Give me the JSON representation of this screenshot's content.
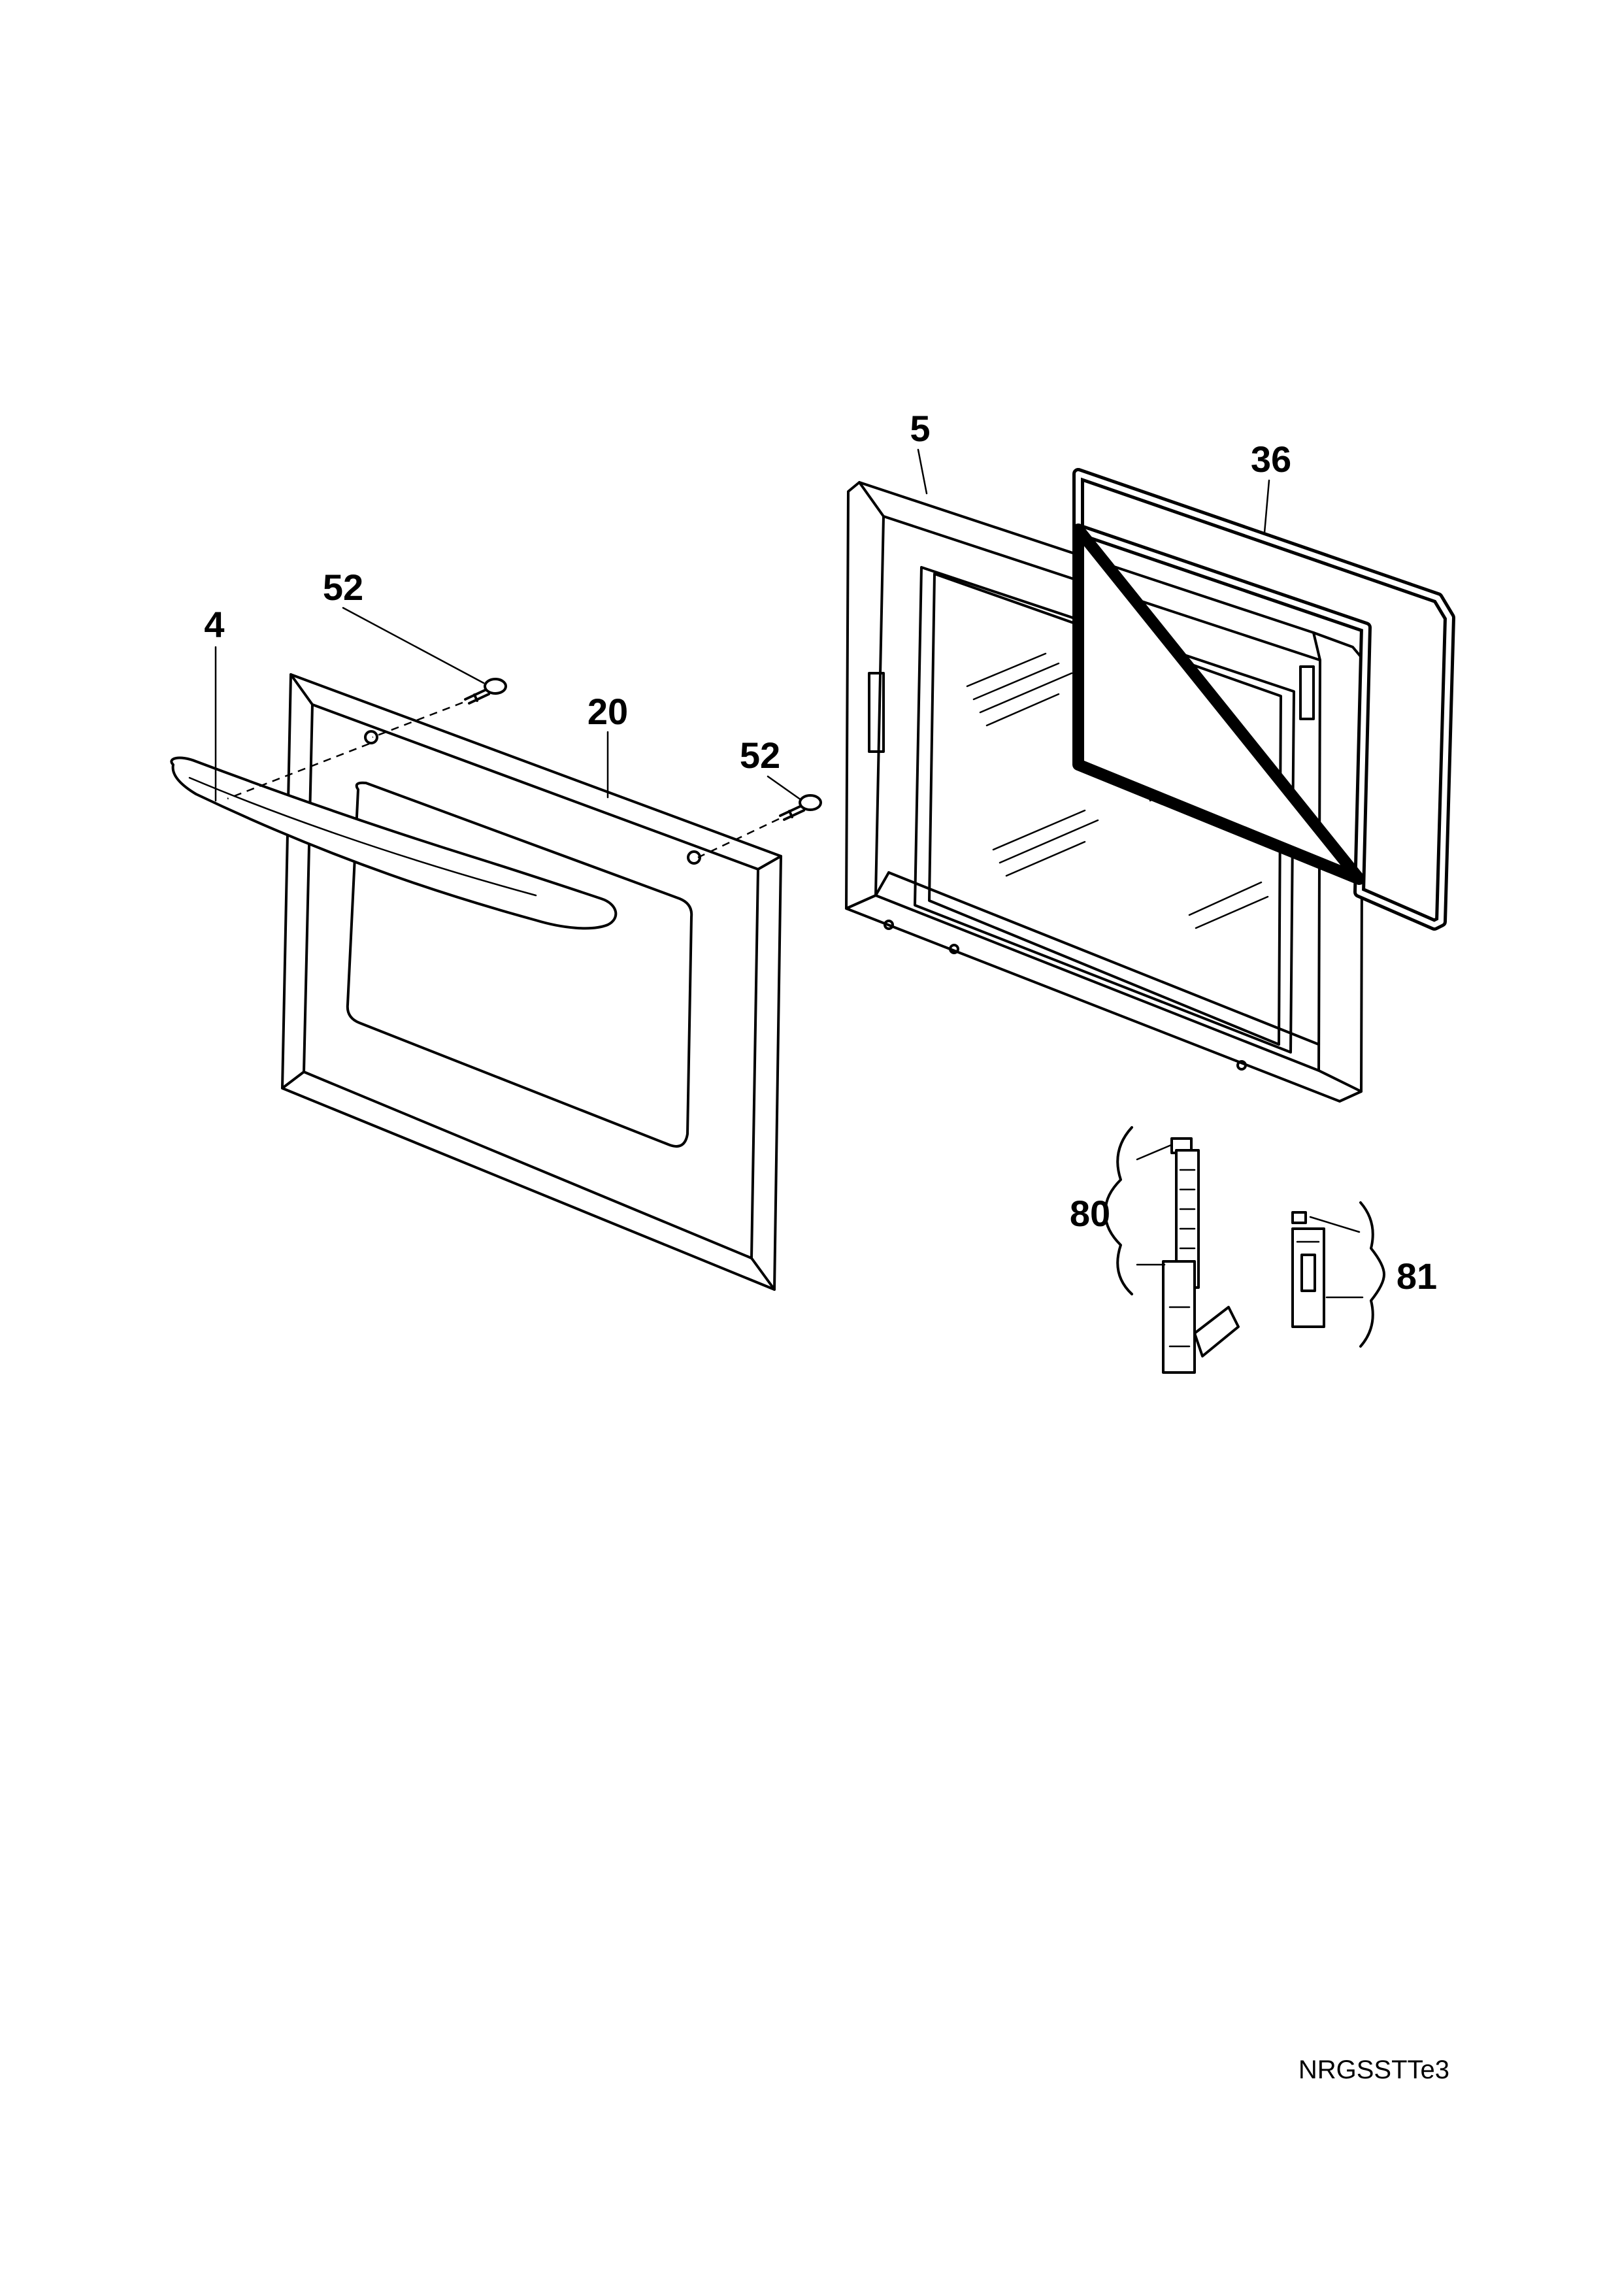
{
  "diagram": {
    "type": "exploded-parts-view",
    "callouts": [
      {
        "id": "handle",
        "label": "4"
      },
      {
        "id": "screw-top",
        "label": "52"
      },
      {
        "id": "outer-door",
        "label": "20"
      },
      {
        "id": "screw-right",
        "label": "52"
      },
      {
        "id": "inner-door",
        "label": "5"
      },
      {
        "id": "gasket",
        "label": "36"
      },
      {
        "id": "hinge-left",
        "label": "80"
      },
      {
        "id": "hinge-right",
        "label": "81"
      }
    ],
    "drawing_code": "NRGSSTTe3"
  }
}
